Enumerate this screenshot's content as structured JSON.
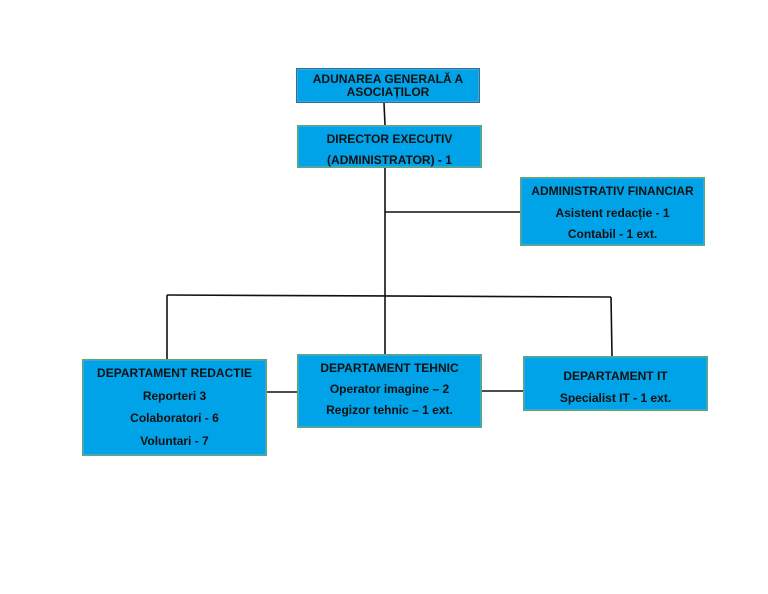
{
  "colors": {
    "box_fill": "#00a2e8",
    "connector": "#111111",
    "text": "#111111"
  },
  "boxes": {
    "general_assembly": {
      "line1": "ADUNAREA GENERALĂ A",
      "line2": "ASOCIAȚILOR"
    },
    "director": {
      "title": "DIRECTOR EXECUTIV",
      "subtitle": "(ADMINISTRATOR) - 1"
    },
    "admin_financiar": {
      "title": "ADMINISTRATIV FINANCIAR",
      "line1": "Asistent redacție - 1",
      "line2": "Contabil - 1 ext."
    },
    "redactie": {
      "title": "DEPARTAMENT REDACTIE",
      "line1": "Reporteri 3",
      "line2": "Colaboratori - 6",
      "line3": "Voluntari - 7"
    },
    "tehnic": {
      "title": "DEPARTAMENT TEHNIC",
      "line1": "Operator imagine – 2",
      "line2": "Regizor  tehnic – 1 ext."
    },
    "it": {
      "title": "DEPARTAMENT IT",
      "line1": "Specialist IT - 1 ext."
    }
  }
}
